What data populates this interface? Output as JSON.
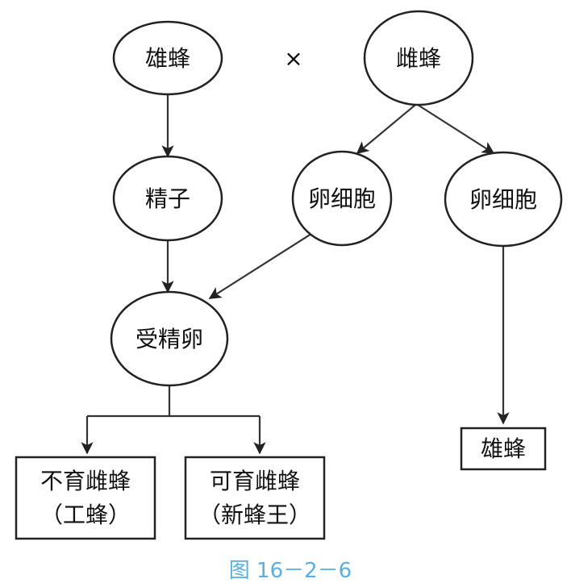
{
  "nodes": {
    "male_parent": "雄蜂",
    "cross_symbol": "×",
    "female_parent": "雌蜂",
    "sperm": "精子",
    "egg_left": "卵细胞",
    "egg_right": "卵细胞",
    "fertilized_egg": "受精卵",
    "sterile_female": "不育雌蜂",
    "sterile_female_note": "（工蜂）",
    "fertile_female": "可育雌蜂",
    "fertile_female_note": "（新蜂王）",
    "male_offspring": "雄蜂"
  },
  "caption": "图 16－2－6",
  "colors": {
    "ink": "#111111",
    "caption": "#5aaee0"
  }
}
